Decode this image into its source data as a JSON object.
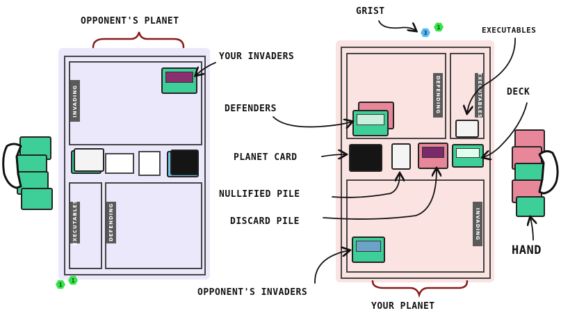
{
  "labels": {
    "opponents_planet": "OPPONENT'S PLANET",
    "your_invaders": "YOUR INVADERS",
    "grist": "GRIST",
    "executables": "EXECUTABLES",
    "deck": "DECK",
    "defenders": "DEFENDERS",
    "planet_card": "PLANET CARD",
    "nullified_pile": "NULLIFIED PILE",
    "discard_pile": "DISCARD PILE",
    "hand": "HAND",
    "opponents_invaders": "OPPONENT'S INVADERS",
    "your_planet": "YOUR PLANET"
  },
  "zone_tabs": {
    "invading": "INVADING",
    "defending": "DEFENDING",
    "executables": "EXECUTABLES"
  },
  "counters": {
    "opponent_green_a": "1",
    "opponent_green_b": "1",
    "player_blue": "3",
    "player_green": "1"
  },
  "colors": {
    "opponent_board": "#ece8fb",
    "player_board": "#fbe3e2",
    "brace": "#8b1a1a",
    "card_green": "#3ecf98",
    "card_pink": "#e9879a"
  }
}
